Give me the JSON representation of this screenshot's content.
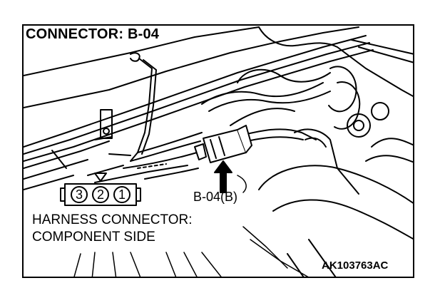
{
  "diagram": {
    "title": "CONNECTOR: B-04",
    "connector_label": "B-04(B)",
    "harness_line1": "HARNESS CONNECTOR:",
    "harness_line2": "COMPONENT SIDE",
    "figure_id": "AK103763AC",
    "pins": [
      "3",
      "2",
      "1"
    ]
  }
}
